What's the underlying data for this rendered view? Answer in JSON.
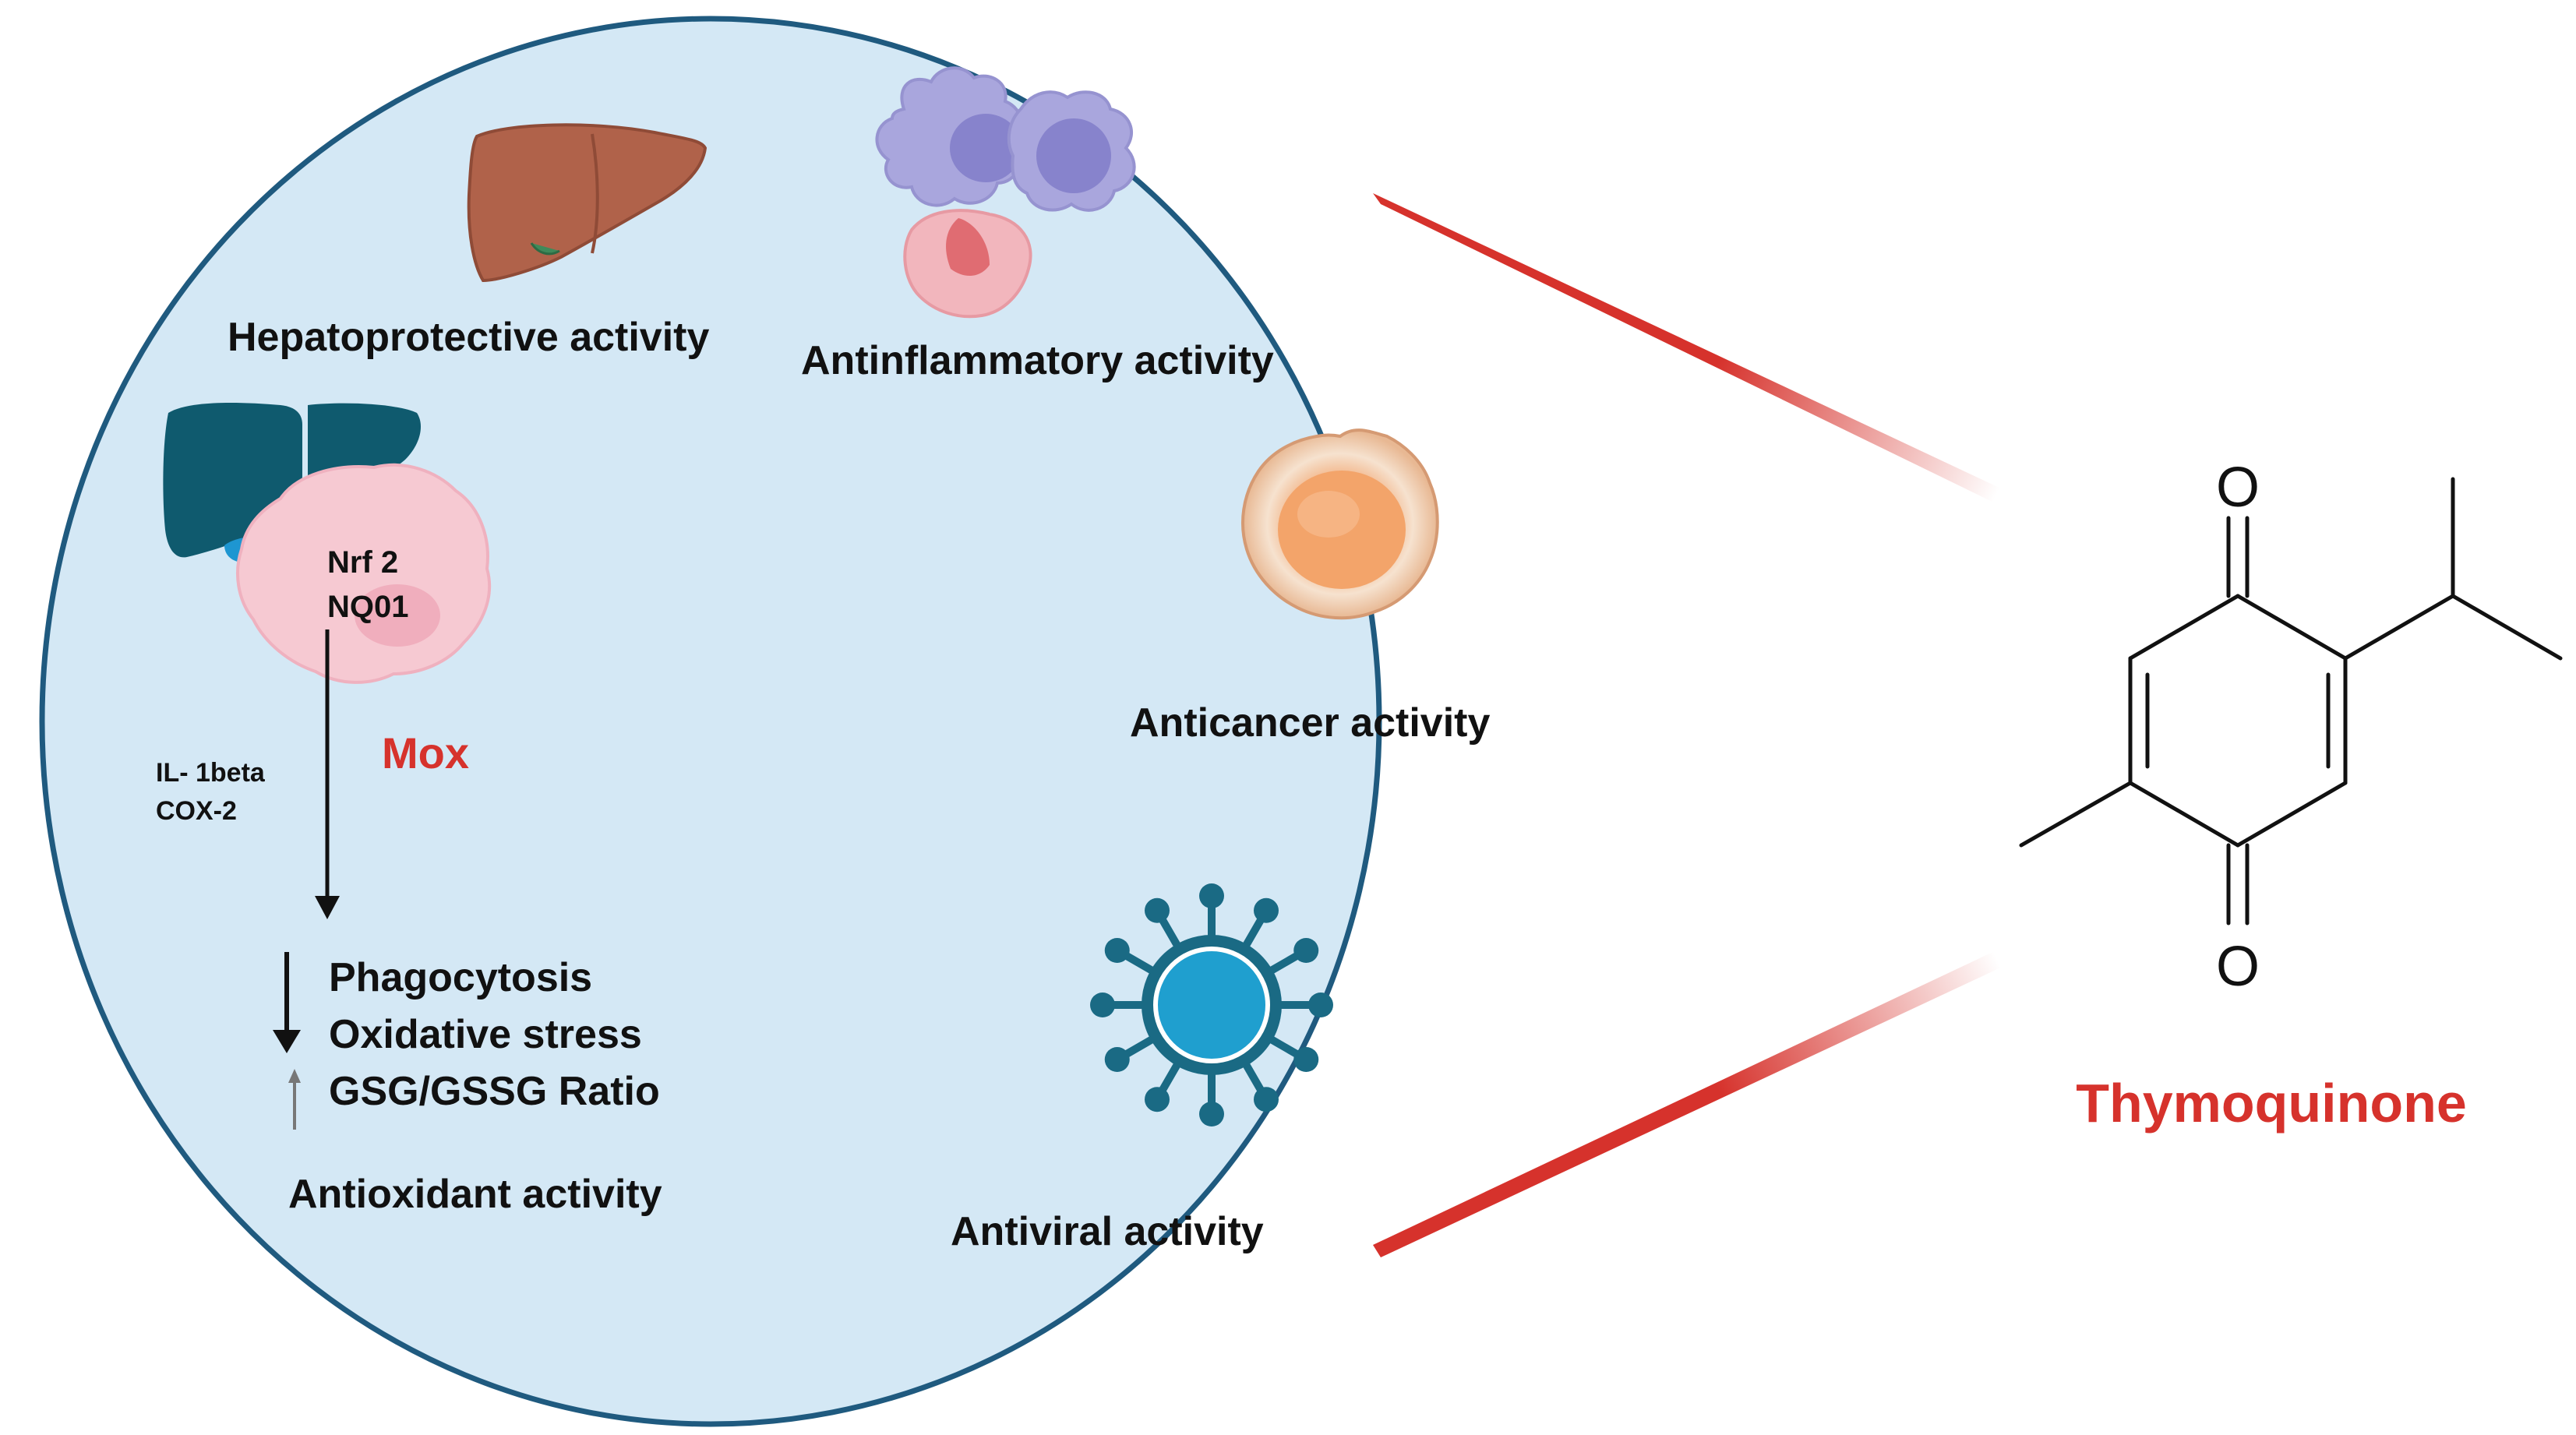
{
  "figure": {
    "activities": {
      "hepatoprotective": "Hepatoprotective activity",
      "antiinflammatory": "Antinflammatory activity",
      "anticancer": "Anticancer activity",
      "antiviral": "Antiviral activity",
      "antioxidant": "Antioxidant activity"
    },
    "cell_markers": {
      "nrf2": "Nrf 2",
      "nqo1": "NQ01",
      "mox": "Mox"
    },
    "cytokines": {
      "il1b": "IL- 1beta",
      "cox2": "COX-2"
    },
    "effects": {
      "phagocytosis": "Phagocytosis",
      "oxidative_stress": "Oxidative stress",
      "gsg_ratio": "GSG/GSSG Ratio"
    },
    "molecule": {
      "name": "Thymoquinone",
      "atom_top": "O",
      "atom_bottom": "O"
    },
    "colors": {
      "circle_fill": "#d4e8f5",
      "circle_border": "#1f5a7f",
      "connector": "#d6322c",
      "liver_brown": "#b0624a",
      "liver_teal": "#0f5a6e",
      "virus": "#1a6a84",
      "mox_cell": "#f6c9d2",
      "cancer_cell": "#f1b58c",
      "macrophage": "#a9a6dd"
    }
  }
}
